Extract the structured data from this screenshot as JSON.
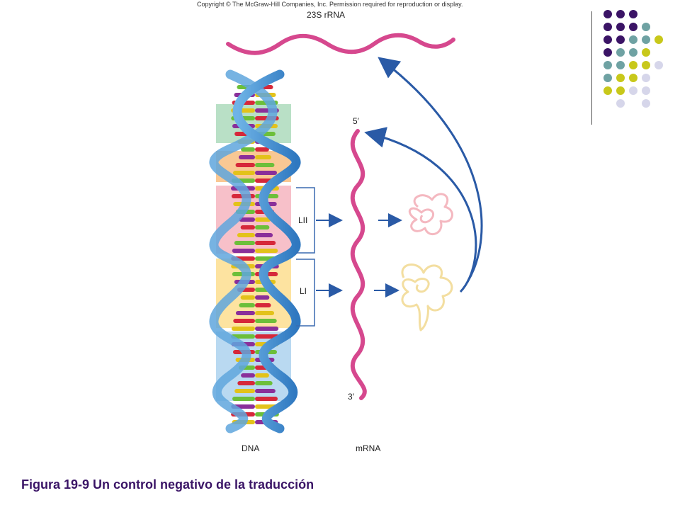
{
  "copyright": "Copyright © The McGraw-Hill Companies, Inc. Permission required for reproduction or display.",
  "labels": {
    "rrna": "23S rRNA",
    "five_prime": "5′",
    "three_prime": "3′",
    "lii": "LII",
    "li": "LI",
    "dna": "DNA",
    "mrna": "mRNA"
  },
  "caption": "Figura 19-9 Un control negativo de la traducción",
  "colors": {
    "purple": "#3b1466",
    "teal": "#6fa2a3",
    "yellow": "#c8c81a",
    "lavender": "#d6d6ea",
    "rna_pink": "#d6488e",
    "arrow_blue": "#2a5aa6"
  },
  "dot_grid": [
    [
      "purple",
      "purple",
      "purple",
      "",
      ""
    ],
    [
      "purple",
      "purple",
      "purple",
      "teal",
      ""
    ],
    [
      "purple",
      "purple",
      "teal",
      "teal",
      "yellow"
    ],
    [
      "purple",
      "teal",
      "teal",
      "yellow",
      ""
    ],
    [
      "teal",
      "teal",
      "yellow",
      "yellow",
      "lavender"
    ],
    [
      "teal",
      "yellow",
      "yellow",
      "lavender",
      ""
    ],
    [
      "yellow",
      "yellow",
      "lavender",
      "lavender",
      ""
    ],
    [
      "",
      "lavender",
      "",
      "lavender",
      ""
    ]
  ]
}
